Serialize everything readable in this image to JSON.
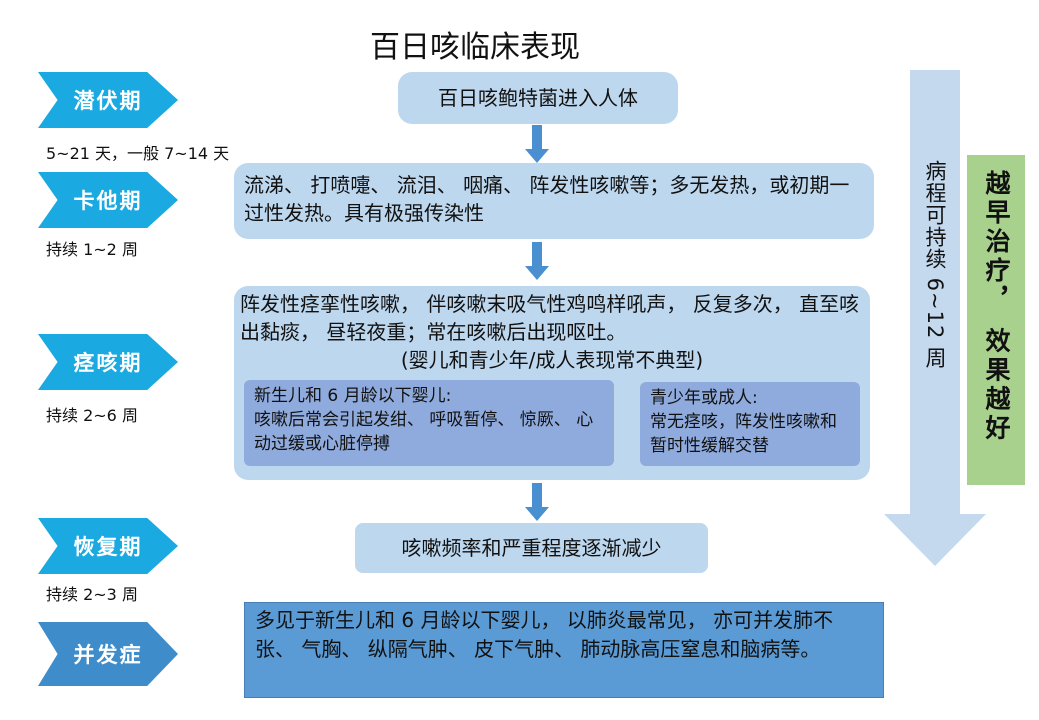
{
  "title": "百日咳临床表现",
  "stages": [
    {
      "label": "潜伏期",
      "note": "5~21 天，一般 7~14 天",
      "content": "百日咳鲍特菌进入人体"
    },
    {
      "label": "卡他期",
      "note": "持续 1~2 周",
      "content": "流涕、 打喷嚏、 流泪、 咽痛、 阵发性咳嗽等；多无发热，或初期一过性发热。具有极强传染性"
    },
    {
      "label": "痉咳期",
      "note": "持续 2~6 周",
      "content": "阵发性痉挛性咳嗽， 伴咳嗽末吸气性鸡鸣样吼声， 反复多次， 直至咳出黏痰， 昼轻夜重；常在咳嗽后出现呕吐。",
      "subnote": "(婴儿和青少年/成人表现常不典型)",
      "infant": {
        "title": "新生儿和 6 月龄以下婴儿:",
        "text": "咳嗽后常会引起发绀、 呼吸暂停、 惊厥、 心动过缓或心脏停搏"
      },
      "adult": {
        "title": "青少年或成人:",
        "text": "常无痉咳，阵发性咳嗽和暂时性缓解交替"
      }
    },
    {
      "label": "恢复期",
      "note": "持续 2~3 周",
      "content": "咳嗽频率和严重程度逐渐减少"
    },
    {
      "label": "并发症",
      "content": "多见于新生儿和 6 月龄以下婴儿， 以肺炎最常见， 亦可并发肺不张、 气胸、 纵隔气肿、 皮下气肿、 肺动脉高压窒息和脑病等。"
    }
  ],
  "duration": "病程可持续 6~12 周",
  "advice": "越早治疗， 效果越好",
  "colors": {
    "chevron": "#1ba9e1",
    "box": "#bdd7ee",
    "inner": "#8faadc",
    "complication": "#5b9bd5",
    "advice": "#a9d18e"
  }
}
